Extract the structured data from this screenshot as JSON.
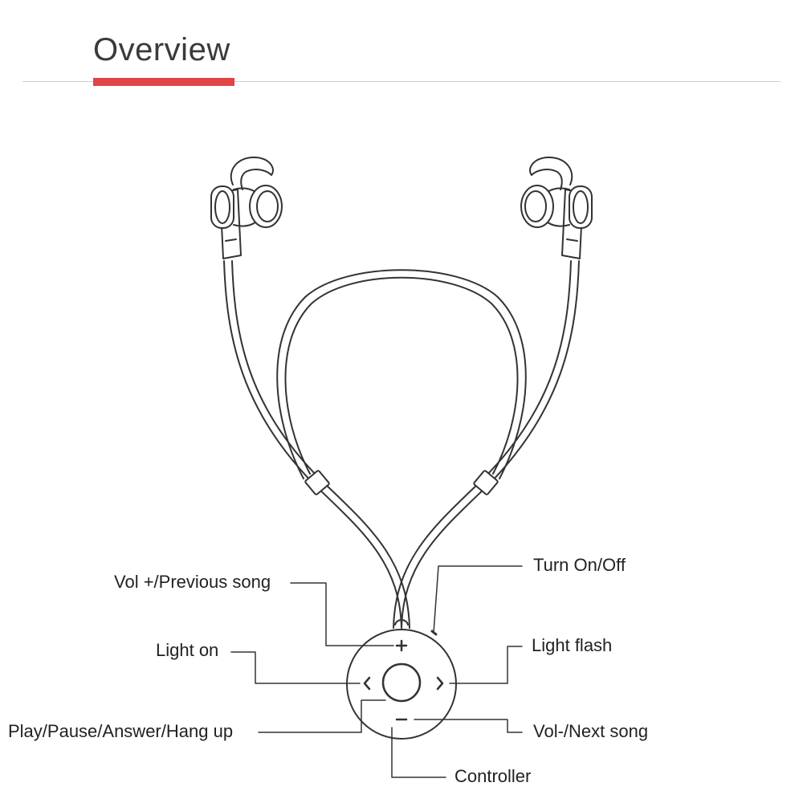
{
  "header": {
    "title": "Overview",
    "accent_color": "#e04444",
    "rule_color": "#cfcfcf"
  },
  "diagram": {
    "line_color": "#333333",
    "labels": {
      "vol_up": "Vol +/Previous song",
      "turn_on_off": "Turn On/Off",
      "light_on": "Light on",
      "light_flash": "Light flash",
      "play_pause": "Play/Pause/Answer/Hang up",
      "vol_down": "Vol-/Next song",
      "controller": "Controller"
    },
    "icons": [
      "earbud-left-icon",
      "earbud-right-icon",
      "controller-icon",
      "plus-icon",
      "minus-icon",
      "chevron-left-icon",
      "chevron-right-icon"
    ]
  }
}
